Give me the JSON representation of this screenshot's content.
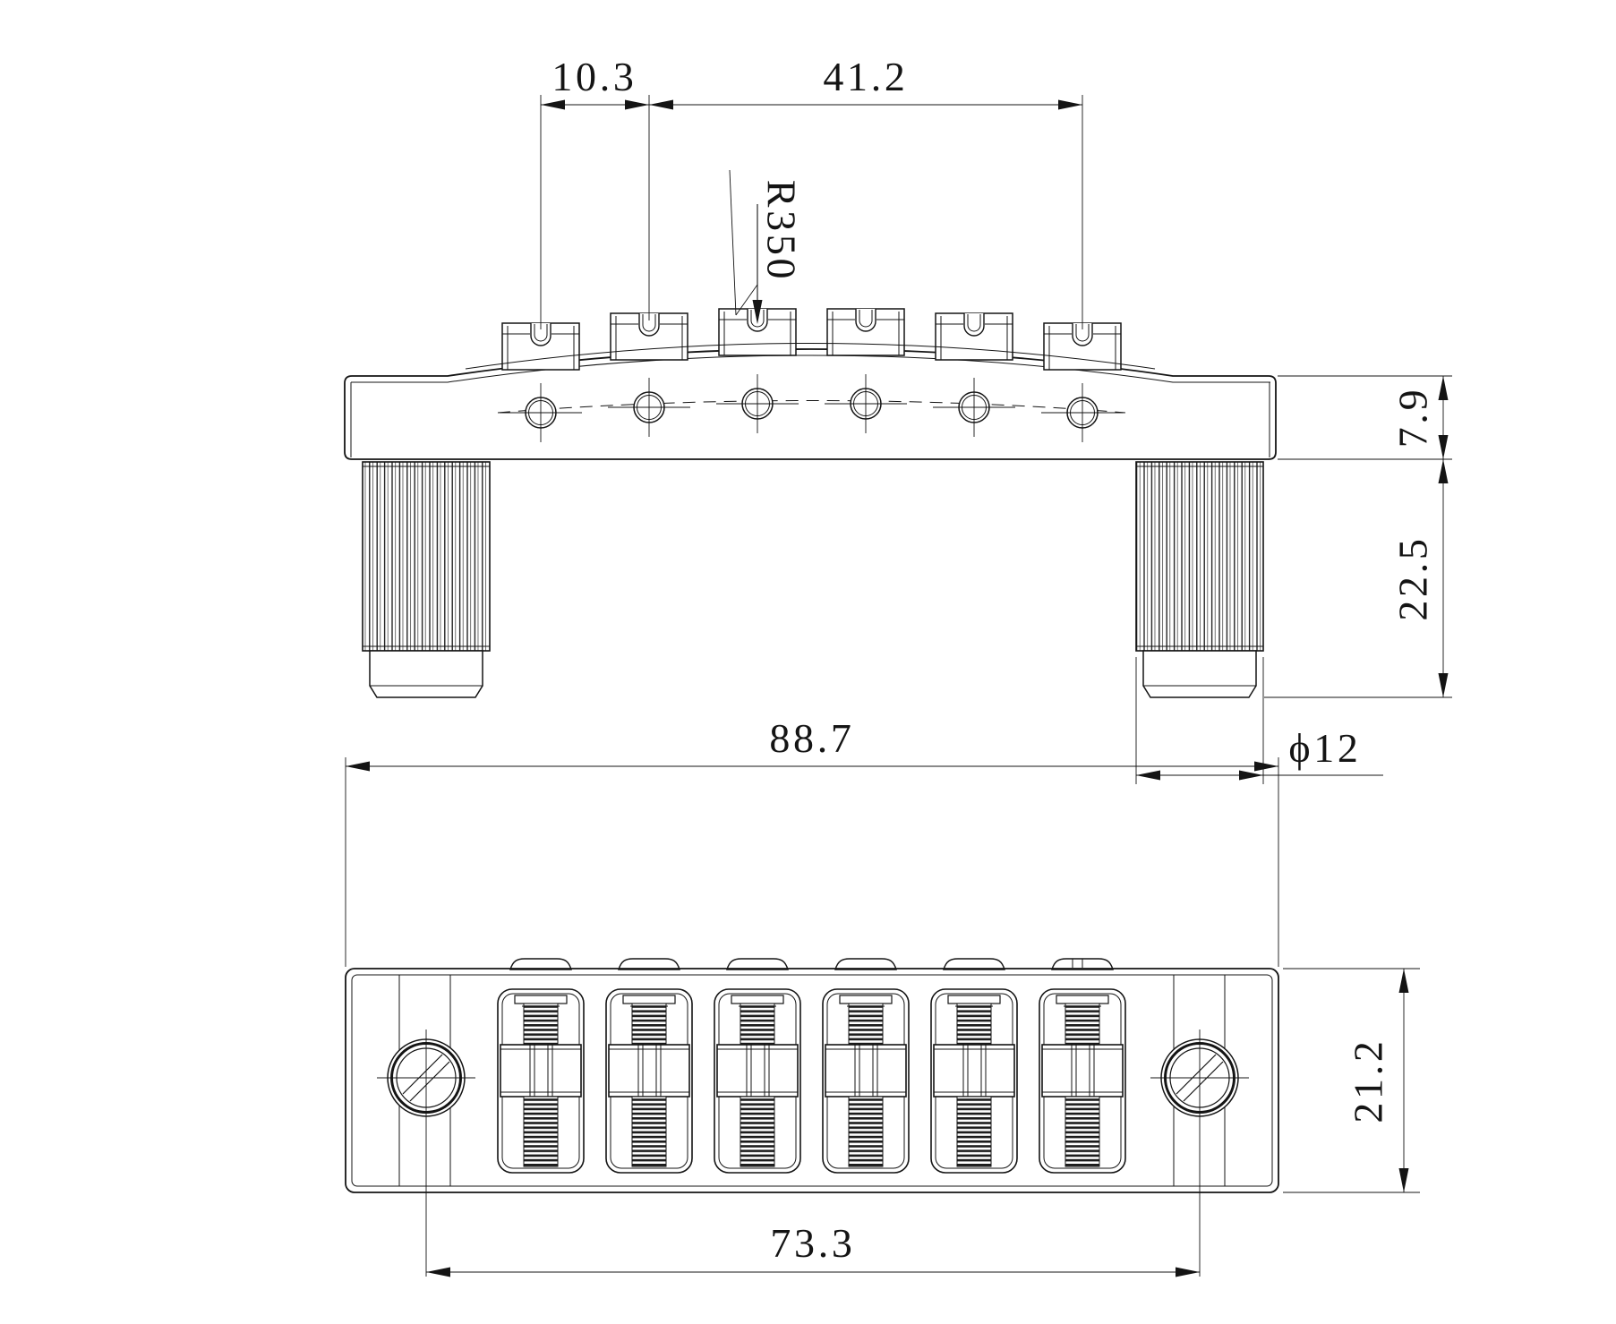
{
  "drawing": {
    "type": "technical-drawing",
    "subject": "tune-o-matic guitar bridge, two orthographic views",
    "views": {
      "front_view": "front elevation with posts",
      "plan_view": "plan view with saddles and mounting screws"
    },
    "counts": {
      "saddles": 6,
      "screw_holes": 6,
      "mounting_posts": 2
    },
    "colors": {
      "line": "#141414",
      "background": "#ffffff"
    }
  },
  "dimensions": {
    "saddle_spacing": "10.3",
    "saddle_span": "41.2",
    "saddle_radius": "R350",
    "body_height": "7.9",
    "post_length": "22.5",
    "post_diameter": "ϕ12",
    "overall_width": "88.7",
    "post_spacing": "73.3",
    "plate_depth": "21.2"
  }
}
